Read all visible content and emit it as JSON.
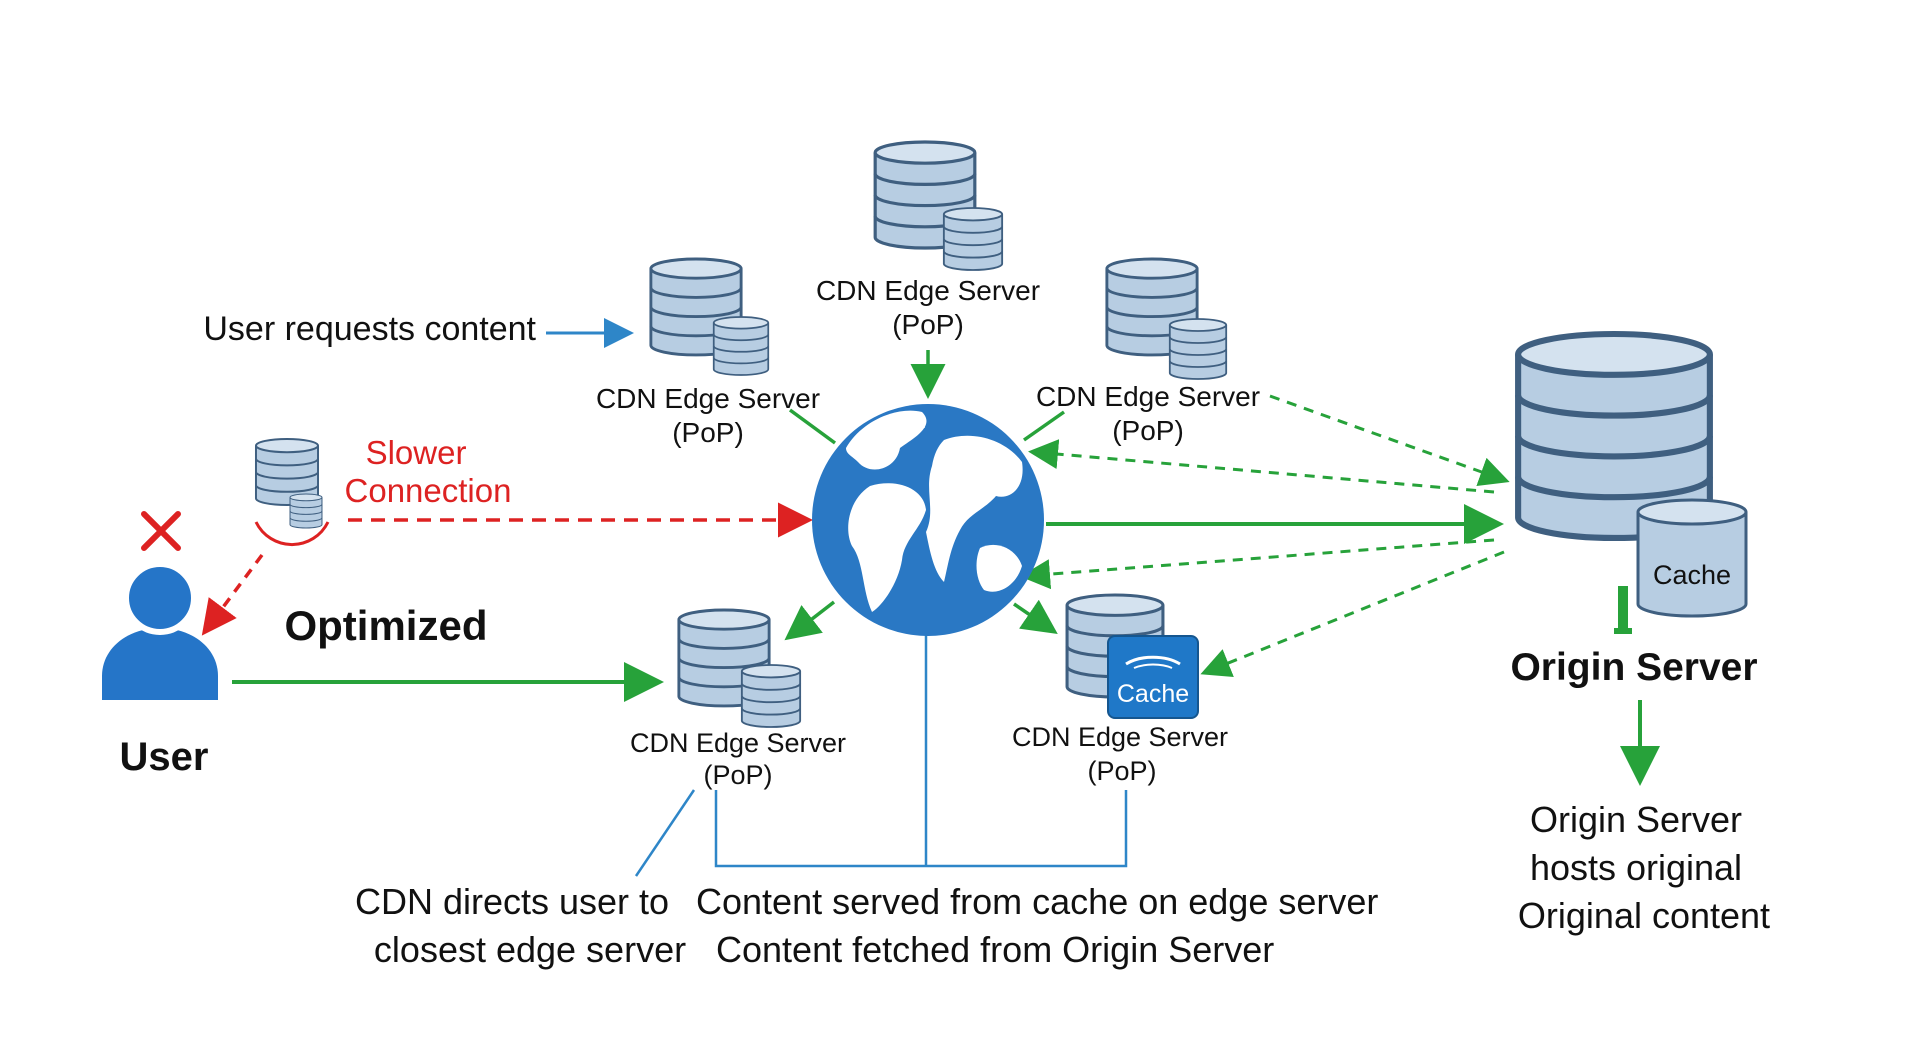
{
  "labels": {
    "user_requests": "User requests content",
    "slower": "Slower",
    "connection": "Connection",
    "optimized": "Optimized",
    "user": "User",
    "edge_server": "CDN Edge Server",
    "pop": "(PoP)",
    "cache": "Cache",
    "origin_server": "Origin Server",
    "origin_desc_1": "Origin Server",
    "origin_desc_2": "hosts original",
    "origin_desc_3": "Original content",
    "cdn_directs_1": "CDN directs user to",
    "cdn_directs_2": "closest edge server",
    "content_served": "Content served from cache on edge server",
    "content_fetched": "Content fetched from Origin Server"
  },
  "icons": {
    "database": "database-icon",
    "globe": "globe-icon",
    "user": "user-icon",
    "blocked": "x-mark-icon"
  },
  "colors": {
    "db_fill": "#b7cde2",
    "db_stroke": "#3f5f80",
    "globe_blue": "#2a78c4",
    "user_blue": "#2575c8",
    "arrow_green": "#27a23a",
    "arrow_red": "#dd2222",
    "arrow_blue": "#2e86c8",
    "cache_blue": "#1f78c8"
  }
}
